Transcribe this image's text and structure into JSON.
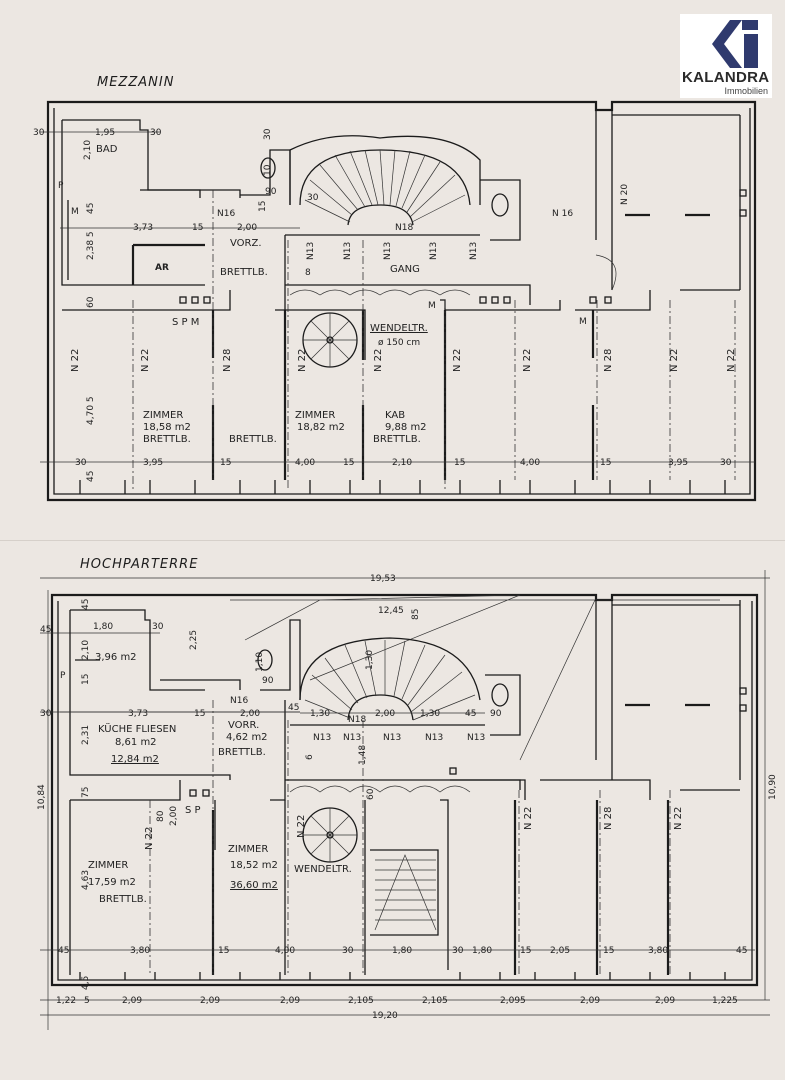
{
  "logo": {
    "brand": "KALANDRA",
    "sub": "Immobilien",
    "color": "#2f3a6e"
  },
  "mezzanin": {
    "title": "MEZZANIN",
    "labels": [
      "BAD",
      "1,95",
      "30",
      "30",
      "2,10",
      "P",
      "M",
      "45",
      "2,38 5",
      "3,73",
      "15",
      "2,00",
      "N16",
      "VORZ.",
      "BRETTLB.",
      "AR",
      "S P M",
      "60",
      "N 22",
      "N 22",
      "N 28",
      "4,70 5",
      "ZIMMER",
      "18,58 m2",
      "BRETTLB.",
      "BRETTLB.",
      "N 22",
      "ZIMMER",
      "18,82 m2",
      "N 22",
      "KAB",
      "9,88 m2",
      "BRETTLB.",
      "WENDELTR.",
      "ø 150 cm",
      "N13",
      "N13",
      "N13",
      "N13",
      "N13",
      "N18",
      "GANG",
      "8",
      "30",
      "10",
      "90",
      "15",
      "N 16",
      "N 20",
      "M",
      "M",
      "N 22",
      "N 22",
      "N 28",
      "N 22",
      "N 22",
      "30",
      "3,95",
      "15",
      "4,00",
      "15",
      "2,10",
      "15",
      "4,00",
      "15",
      "3,95",
      "30",
      "45"
    ]
  },
  "hochparterre": {
    "title": "HOCHPARTERRE",
    "labels": [
      "19,53",
      "12,45",
      "85",
      "45",
      "1,80",
      "30",
      "3,96 m2",
      "2,10",
      "15",
      "P",
      "45",
      "30",
      "3,73",
      "15",
      "N16",
      "2,00",
      "VORR.",
      "4,62 m2",
      "BRETTLB.",
      "KÜCHE FLIESEN",
      "8,61 m2",
      "12,84 m2",
      "2,31",
      "75",
      "2,25",
      "10,84",
      "10,90",
      "1,10",
      "90",
      "45",
      "1,30",
      "N18",
      "2,00",
      "1,30",
      "45",
      "90",
      "N13",
      "N13",
      "N13",
      "N13",
      "N13",
      "1,48",
      "6",
      "1,30",
      "60",
      "80",
      "2,00",
      "S P",
      "N 22",
      "ZIMMER",
      "17,59 m2",
      "BRETTLB.",
      "4,63",
      "ZIMMER",
      "18,52 m2",
      "36,60 m2",
      "N 22",
      "WENDELTR.",
      "N 22",
      "N 28",
      "N 22",
      "45",
      "3,80",
      "15",
      "4,00",
      "30",
      "1,80",
      "30",
      "1,80",
      "15",
      "2,05",
      "15",
      "3,80",
      "45",
      "1,22",
      "5",
      "2,09",
      "2,09",
      "2,09",
      "2,105",
      "2,105",
      "2,095",
      "2,09",
      "2,09",
      "1,225",
      "19,20",
      "4,5"
    ]
  }
}
